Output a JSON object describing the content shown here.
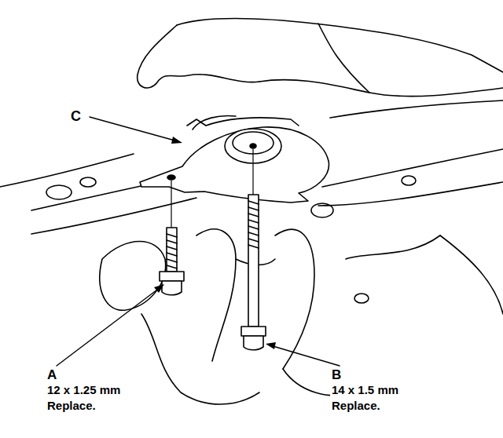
{
  "diagram": {
    "labels": [
      "C",
      "A",
      "12 x 1.25 mm",
      "Replace.",
      "B",
      "14 x 1.5 mm",
      "Replace."
    ]
  }
}
